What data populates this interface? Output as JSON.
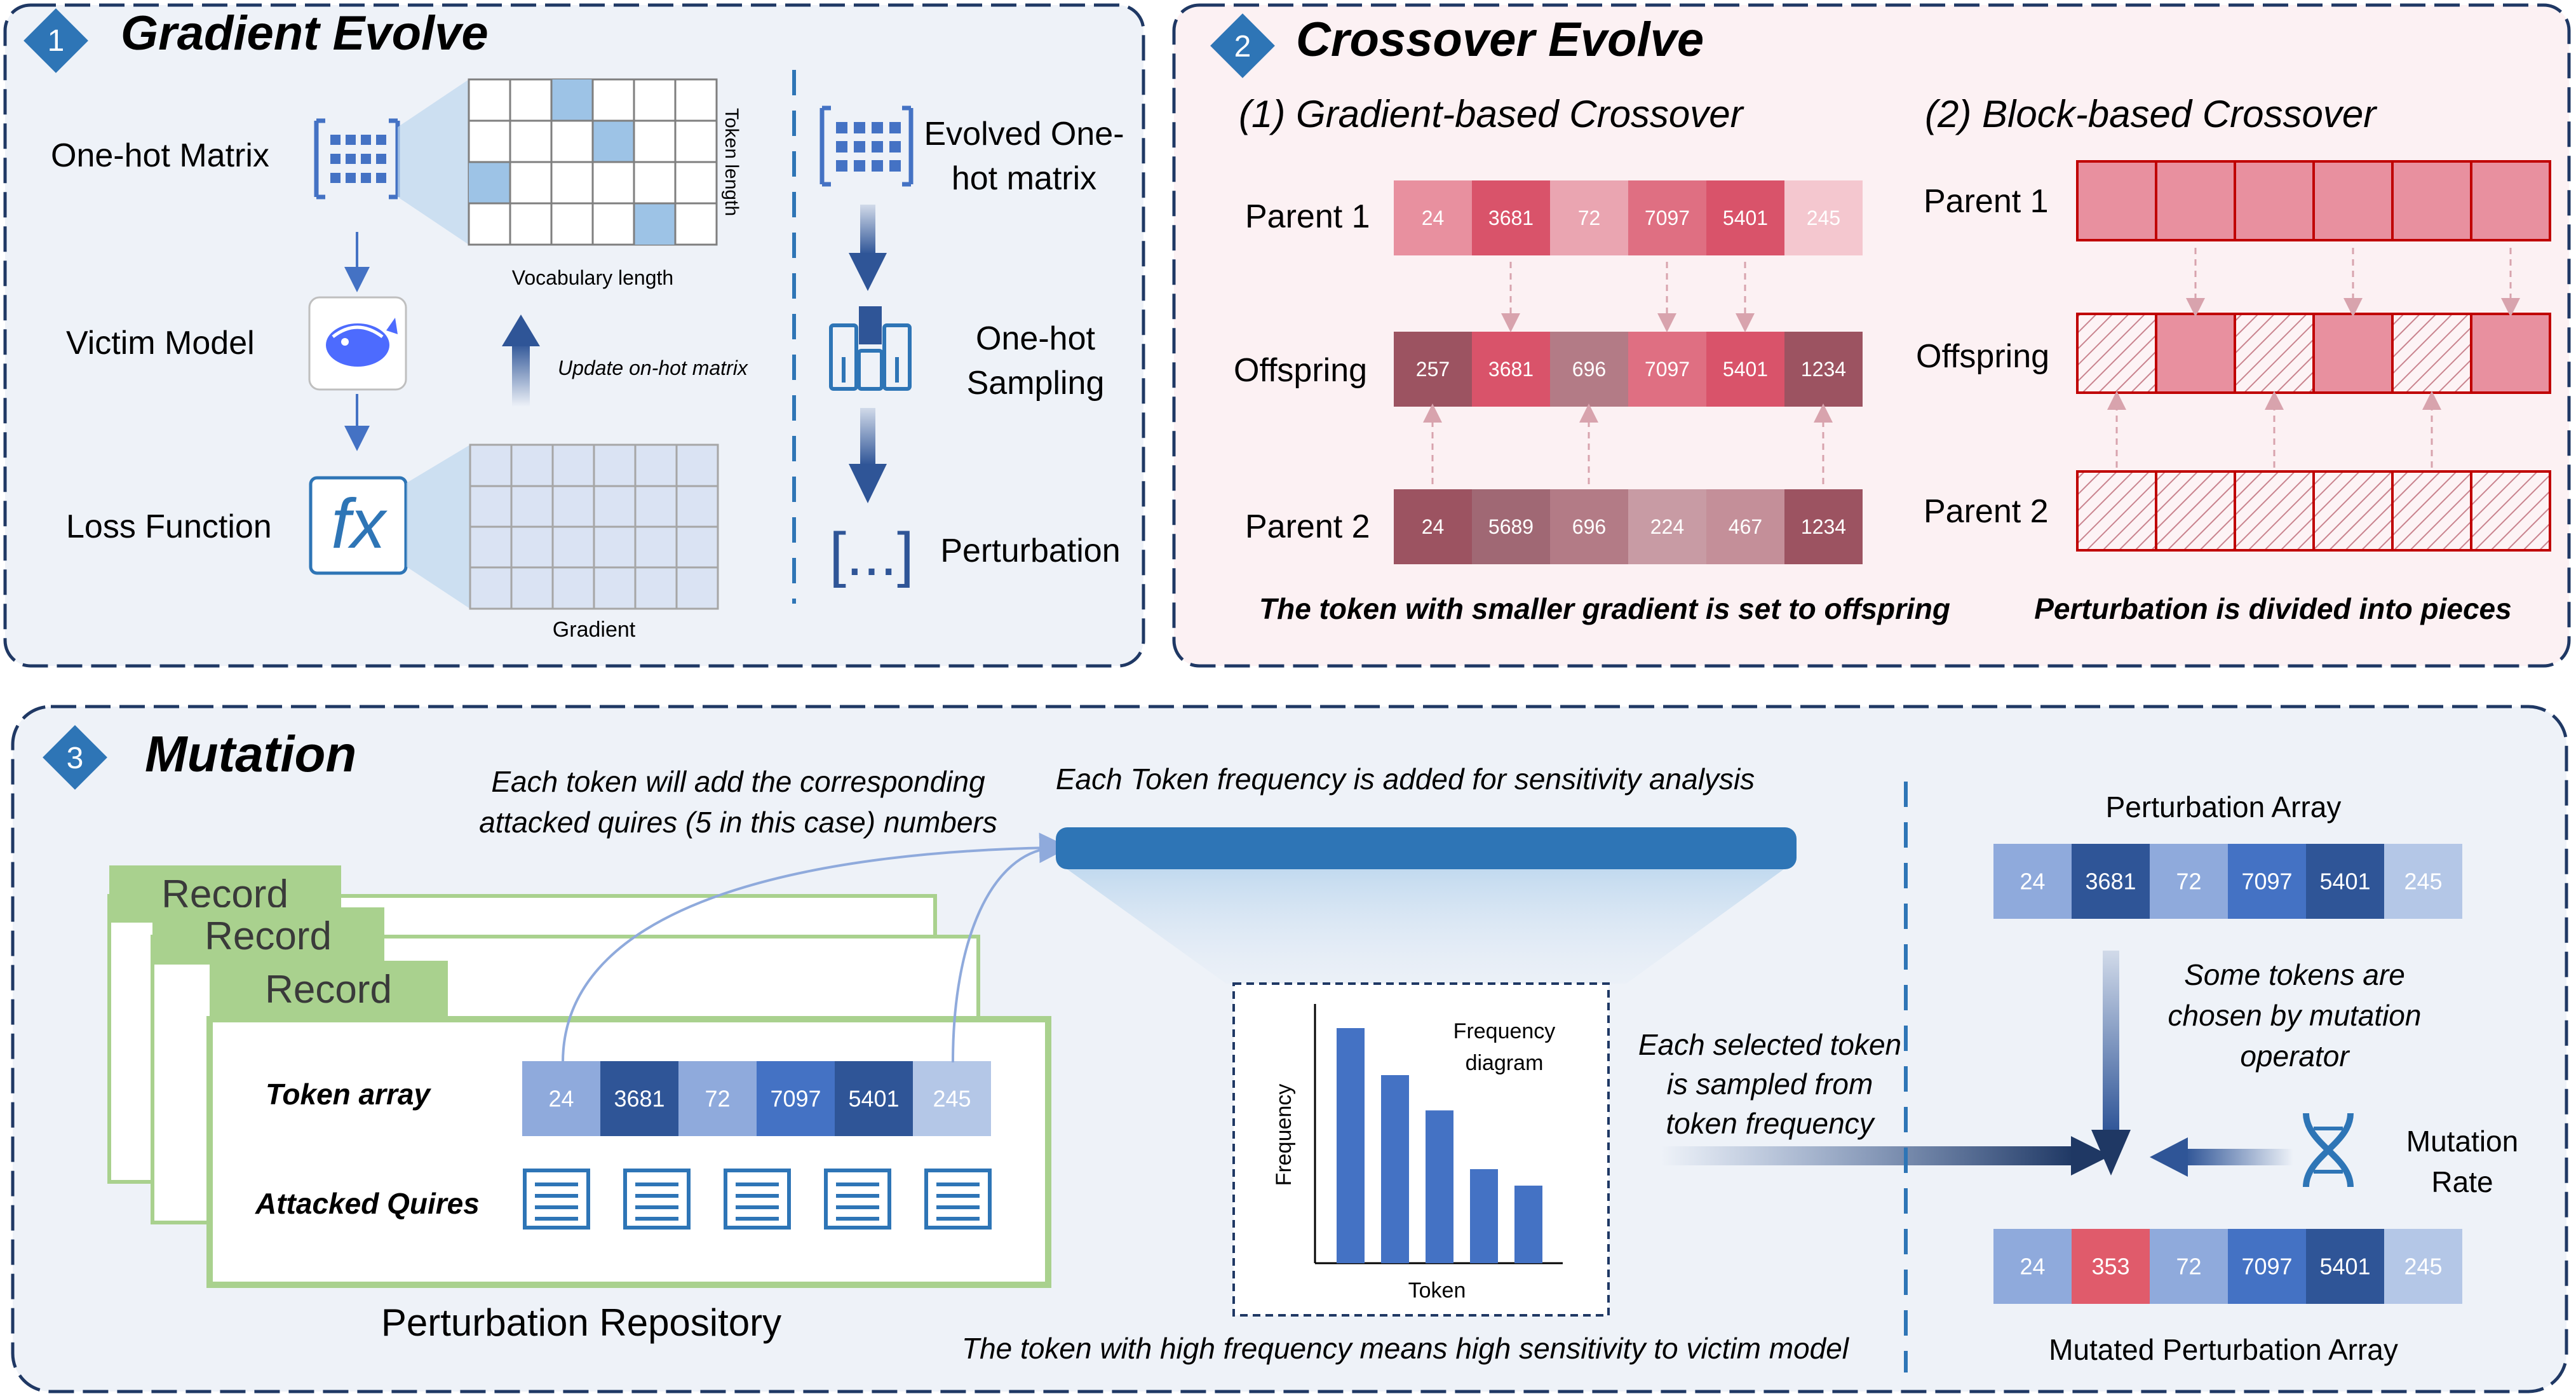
{
  "colors": {
    "panel_blue_bg": "#eef2f8",
    "panel_pink_bg": "#fcf1f3",
    "panel_border": "#1f3864",
    "badge": "#2e75b6",
    "icon_blue": "#4472c4",
    "arrow_blue": "#2f5597",
    "record_green": "#a9d18e",
    "record_border": "#70ad47",
    "mutated_red": "#e05b6b",
    "block_pink": "#e8909f",
    "block_border": "#c00000"
  },
  "section1": {
    "number": "1",
    "title": "Gradient Evolve",
    "one_hot_label": "One-hot Matrix",
    "victim_label": "Victim Model",
    "loss_label": "Loss Function",
    "token_length": "Token length",
    "vocab_length": "Vocabulary length",
    "update_label": "Update on-hot matrix",
    "gradient_label": "Gradient",
    "evolved_line1": "Evolved One-",
    "evolved_line2": "hot matrix",
    "sampling_line1": "One-hot",
    "sampling_line2": "Sampling",
    "perturbation_label": "Perturbation",
    "fx_symbol": "fx",
    "bracket_symbol": "[...]"
  },
  "section2": {
    "number": "2",
    "title": "Crossover Evolve",
    "sub1": "(1) Gradient-based Crossover",
    "sub2": "(2) Block-based Crossover",
    "parent1": "Parent 1",
    "offspring": "Offspring",
    "parent2": "Parent 2",
    "parent1_tokens": [
      "24",
      "3681",
      "72",
      "7097",
      "5401",
      "245"
    ],
    "offspring_tokens": [
      "257",
      "3681",
      "696",
      "7097",
      "5401",
      "1234"
    ],
    "parent2_tokens": [
      "24",
      "5689",
      "696",
      "224",
      "467",
      "1234"
    ],
    "note1": "The token with smaller gradient is set to offspring",
    "note2": "Perturbation is divided into pieces"
  },
  "section3": {
    "number": "3",
    "title": "Mutation",
    "record_label": "Record",
    "token_array_label": "Token array",
    "attacked_label": "Attacked Quires",
    "tokens": [
      "24",
      "3681",
      "72",
      "7097",
      "5401",
      "245"
    ],
    "repository_label": "Perturbation Repository",
    "note_add_line1": "Each token will add the corresponding",
    "note_add_line2": "attacked quires (5 in this case) numbers",
    "note_freq": "Each Token frequency is added for sensitivity analysis",
    "freq_title_line1": "Frequency",
    "freq_title_line2": "diagram",
    "freq_ylabel": "Frequency",
    "freq_xlabel": "Token",
    "freq_values": [
      100,
      80,
      65,
      40,
      33
    ],
    "note_high_freq": "The token with high frequency means high sensitivity to victim model",
    "sample_line1": "Each selected token",
    "sample_line2": "is  sampled from",
    "sample_line3": "token frequency",
    "perturbation_array": "Perturbation Array",
    "chosen_line1": "Some tokens are",
    "chosen_line2": "chosen by mutation",
    "chosen_line3": "operator",
    "mutation_rate_line1": "Mutation",
    "mutation_rate_line2": "Rate",
    "mutated_tokens": [
      "24",
      "353",
      "72",
      "7097",
      "5401",
      "245"
    ],
    "mutated_label": "Mutated Perturbation Array"
  }
}
